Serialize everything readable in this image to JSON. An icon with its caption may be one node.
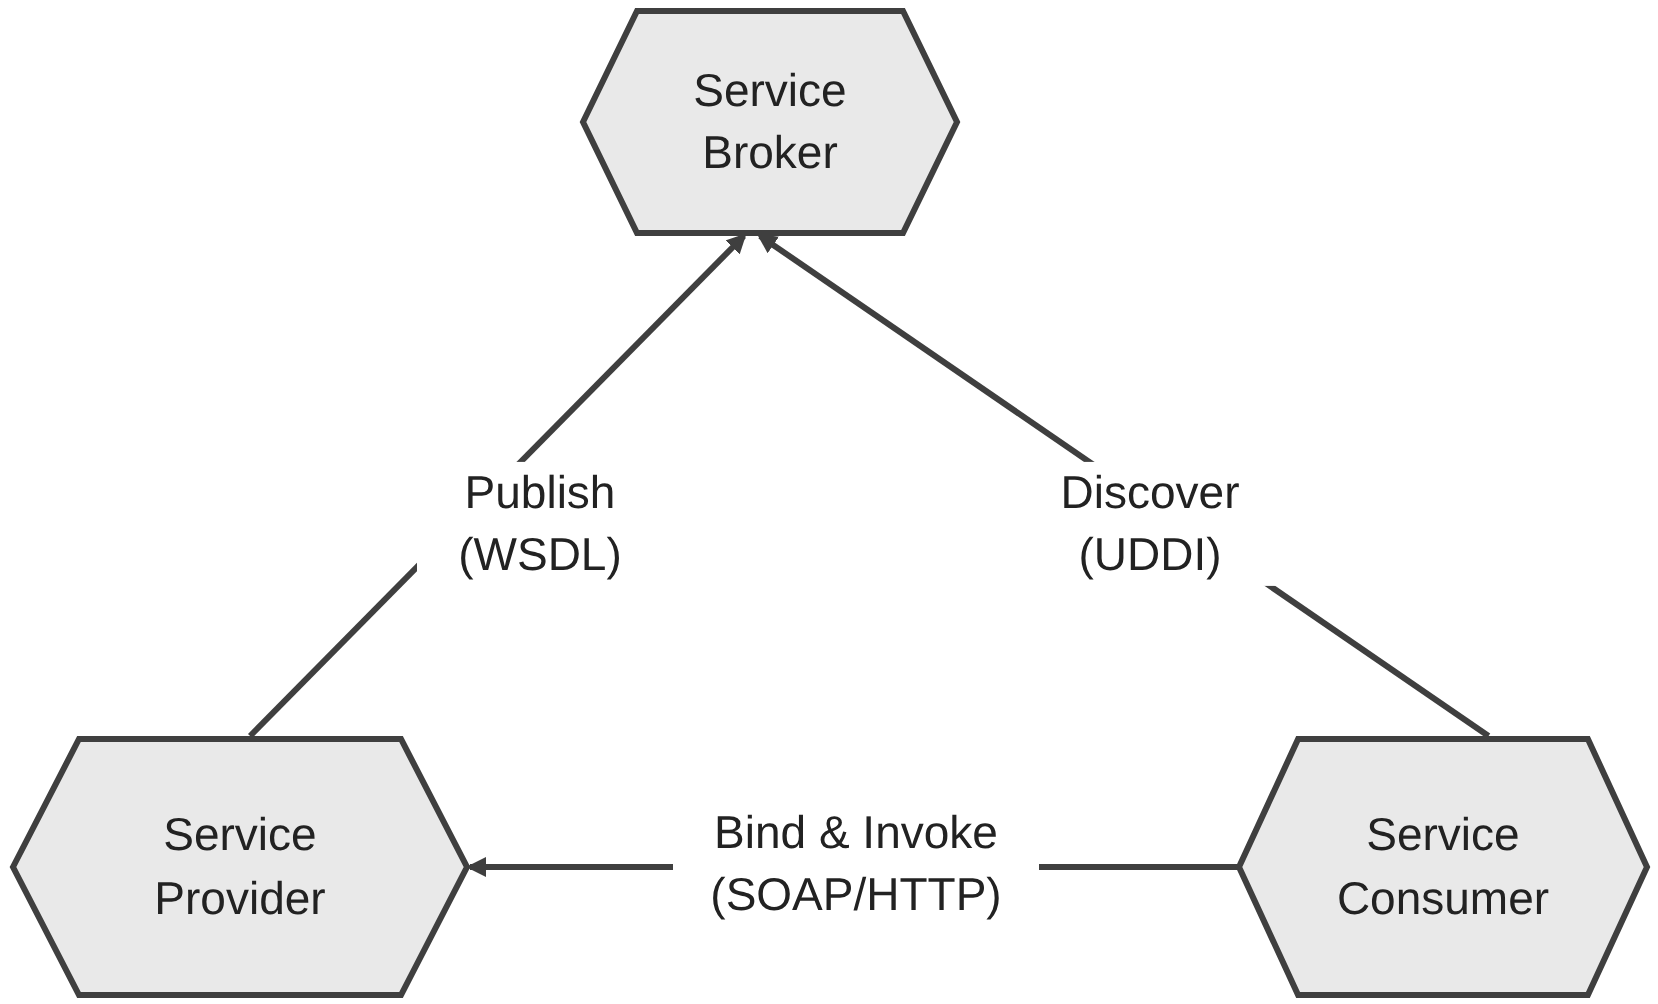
{
  "diagram": {
    "nodes": [
      {
        "text": [
          "Service Broker"
        ]
      },
      {
        "text": [
          "Service Provider"
        ]
      },
      {
        "text": [
          "Service Consumer"
        ]
      }
    ],
    "edges": [
      {
        "from": 1,
        "to": 0,
        "arrow": "to",
        "label": "Publish (WSDL)"
      },
      {
        "from": 2,
        "to": 0,
        "arrow": "to",
        "label": "Discover (UDDI)"
      },
      {
        "from": 2,
        "to": 1,
        "arrow": "to",
        "label": "Bind & Invoke (SOAP/HTTP)"
      }
    ]
  }
}
